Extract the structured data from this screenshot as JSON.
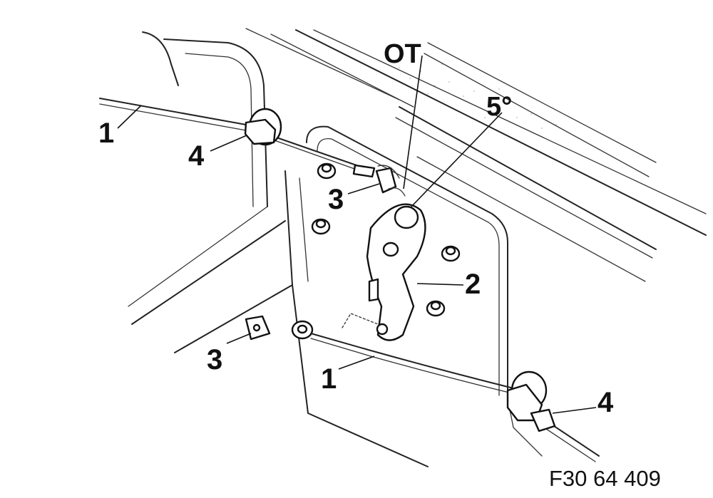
{
  "labels": {
    "cable_top": "1",
    "cable_bottom": "1",
    "lever": "2",
    "clip_top": "3",
    "clip_bottom": "3",
    "holder_top": "4",
    "holder_bottom": "4",
    "ot_mark": "OT",
    "five_deg_mark": "5°"
  },
  "figure_code": "F30 64 409"
}
